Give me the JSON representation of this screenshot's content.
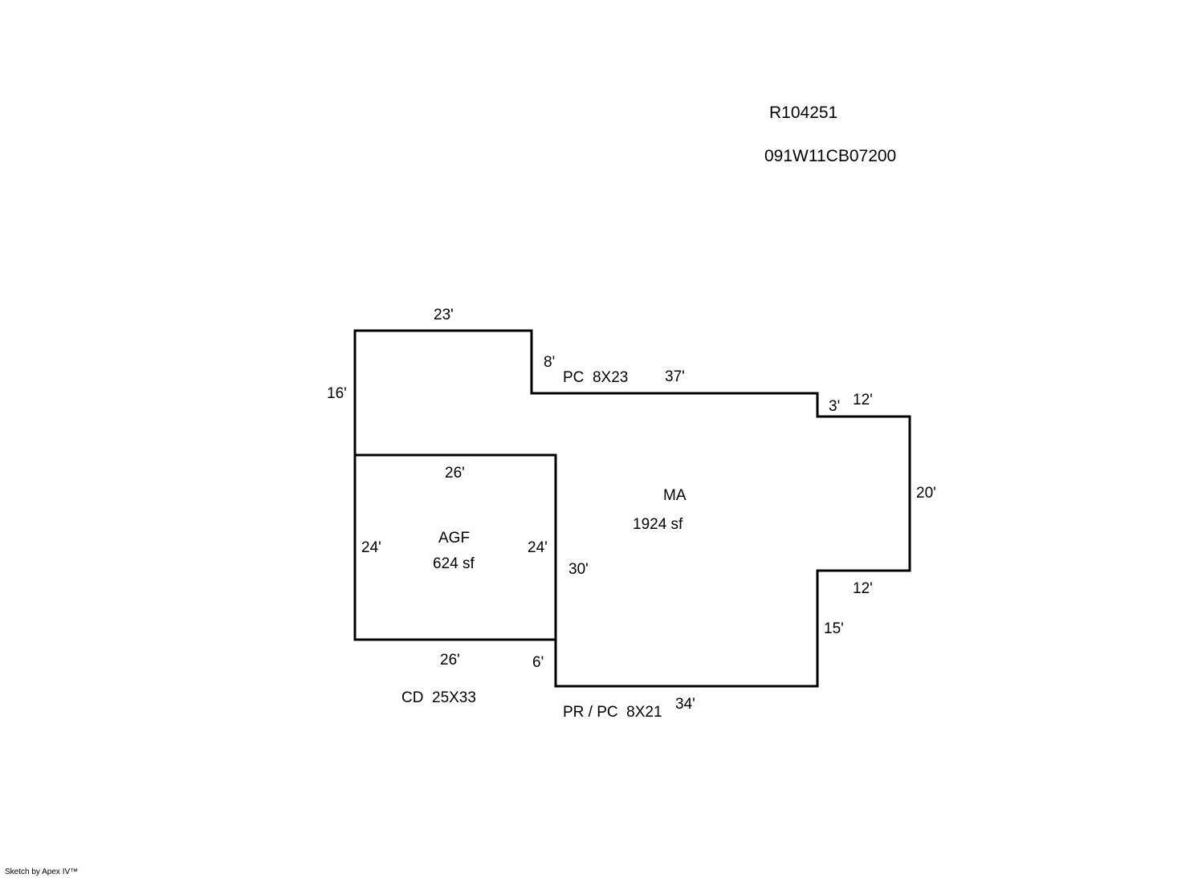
{
  "header": {
    "record_id": "R104251",
    "parcel_number": "091W11CB07200"
  },
  "areas": {
    "main": {
      "code": "MA",
      "area": "1924 sf"
    },
    "garage": {
      "code": "AGF",
      "area": "624 sf"
    }
  },
  "features": {
    "porch_covered": "PC  8X23",
    "porch_rear": "PR / PC  8X21",
    "deck_covered": "CD  25X33"
  },
  "dimensions": {
    "top_left": "23'",
    "left_upper": "16'",
    "step_upper": "8'",
    "top_middle": "37'",
    "step_right": "3'",
    "top_right": "12'",
    "right_side": "20'",
    "bottom_right": "12'",
    "right_lower": "15'",
    "bottom_middle": "34'",
    "step_lower": "6'",
    "garage_top": "26'",
    "garage_left": "24'",
    "garage_right": "24'",
    "garage_bottom": "26'",
    "main_left": "30'"
  },
  "footer": {
    "credit": "Sketch by Apex IV™"
  }
}
